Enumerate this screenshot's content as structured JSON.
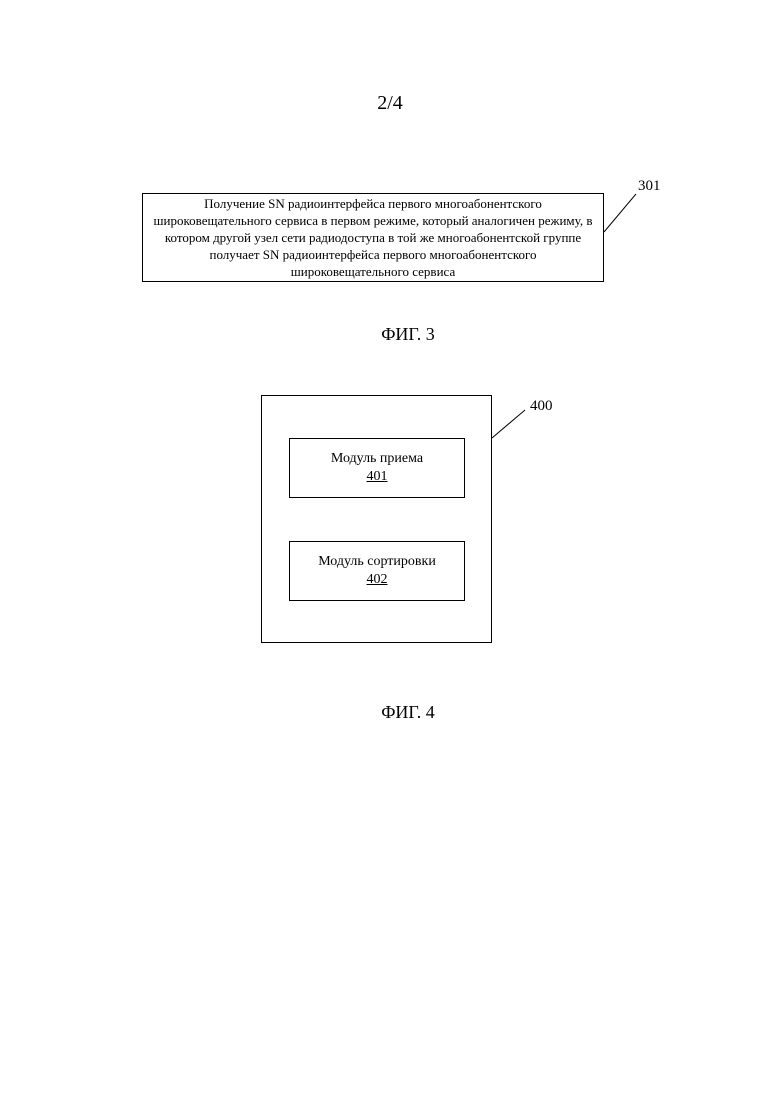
{
  "page": {
    "number": "2/4"
  },
  "fig3": {
    "ref": "301",
    "box_text": "Получение SN радиоинтерфейса первого многоабонентского широковещательного сервиса в первом режиме, который аналогичен режиму, в котором другой узел сети радиодоступа в той же многоабонентской группе получает SN радиоинтерфейса первого многоабонентского широковещательного сервиса",
    "caption": "ФИГ. 3"
  },
  "fig4": {
    "ref": "400",
    "modules": [
      {
        "label": "Модуль приема",
        "ref": "401"
      },
      {
        "label": "Модуль сортировки",
        "ref": "402"
      }
    ],
    "caption": "ФИГ. 4"
  }
}
